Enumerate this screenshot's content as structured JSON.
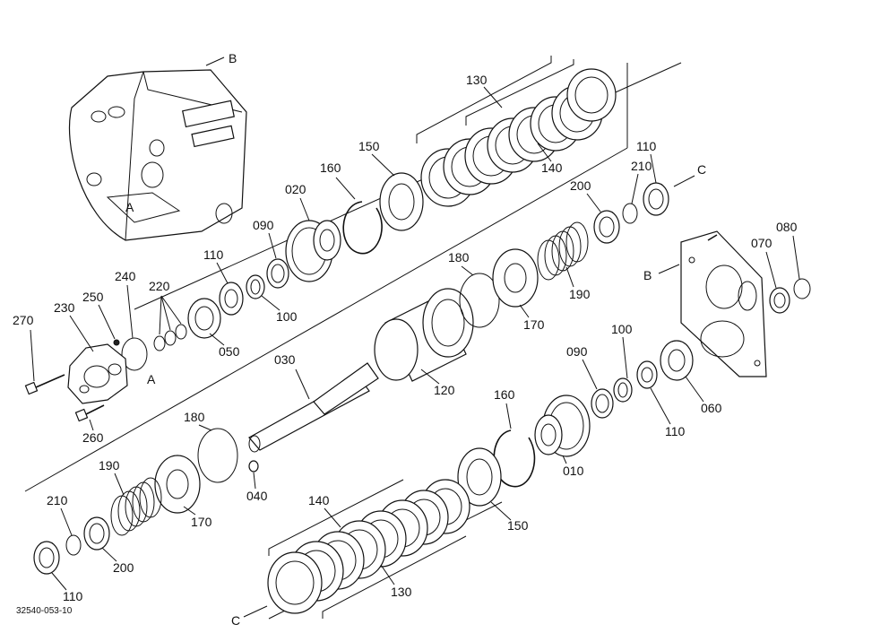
{
  "drawing_code": "32540-053-10",
  "section_markers": {
    "b_top": "B",
    "b_right": "B",
    "c_right": "C",
    "c_bottom": "C",
    "a_left": "A",
    "a_housing": "A"
  },
  "parts": {
    "p010": "010",
    "p020": "020",
    "p030": "030",
    "p040": "040",
    "p050": "050",
    "p060": "060",
    "p070": "070",
    "p080": "080",
    "p090_upper": "090",
    "p090_lower": "090",
    "p100_upper": "100",
    "p100_lower": "100",
    "p110_top": "110",
    "p110_left": "110",
    "p110_right": "110",
    "p110_bottom": "110",
    "p120": "120",
    "p130_top": "130",
    "p130_bottom": "130",
    "p140_top": "140",
    "p140_bottom": "140",
    "p150_top": "150",
    "p150_bottom": "150",
    "p160_top": "160",
    "p160_bottom": "160",
    "p170_upper": "170",
    "p170_lower": "170",
    "p180_upper": "180",
    "p180_lower": "180",
    "p190_upper": "190",
    "p190_lower": "190",
    "p200_upper": "200",
    "p200_lower": "200",
    "p210_upper": "210",
    "p210_lower": "210",
    "p220": "220",
    "p230": "230",
    "p240": "240",
    "p250": "250",
    "p260": "260",
    "p270": "270"
  }
}
